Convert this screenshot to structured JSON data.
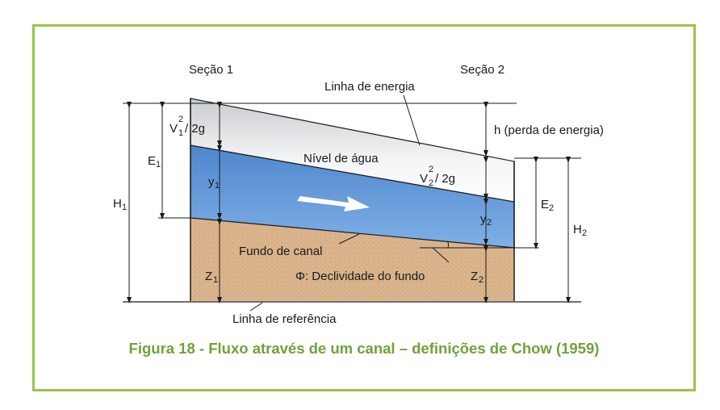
{
  "labels": {
    "secao1": "Seção 1",
    "secao2": "Seção 2",
    "linha_energia": "Linha de energia",
    "perda_energia": "h (perda de energia)",
    "nivel_agua": "Nível de água",
    "fundo_canal": "Fundo de canal",
    "declividade": "Φ: Declividade do fundo",
    "linha_referencia": "Linha de referência",
    "v1_base": "V",
    "v1_sub": "1",
    "v1_sup": "2",
    "v1_rest": "/ 2g",
    "v2_base": "V",
    "v2_sub": "2",
    "v2_sup": "2",
    "v2_rest": "/ 2g",
    "y1": "y",
    "y1_sub": "1",
    "y2": "y",
    "y2_sub": "2",
    "z1": "Z",
    "z1_sub": "1",
    "z2": "Z",
    "z2_sub": "2",
    "e1": "E",
    "e1_sub": "1",
    "e2": "E",
    "e2_sub": "2",
    "h1": "H",
    "h1_sub": "1",
    "h2": "H",
    "h2_sub": "2"
  },
  "caption": "Figura 18 - Fluxo através de um canal – definições de Chow (1959)",
  "colors": {
    "frame": "#9bc24b",
    "caption": "#6fa23a",
    "water": "#6f9fd8",
    "soil": "#d9b48c"
  }
}
